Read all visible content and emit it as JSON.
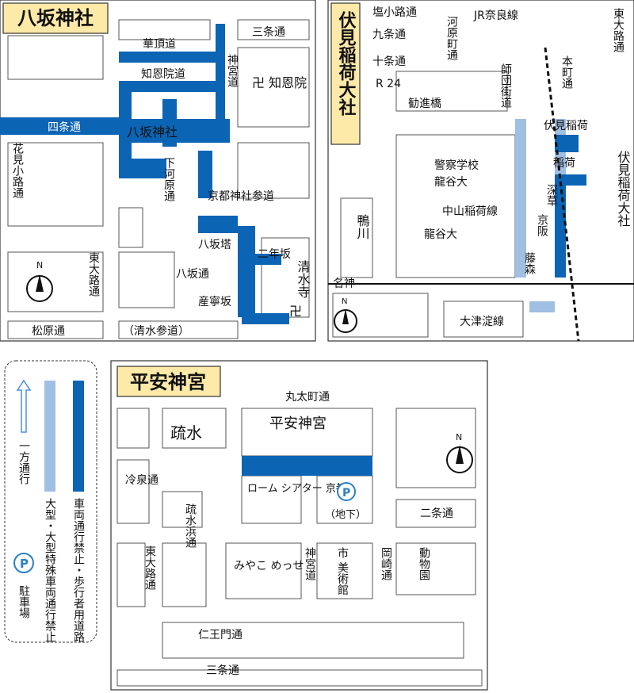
{
  "colors": {
    "pedestrian_only": "#0b64b4",
    "large_vehicle_ban": "#9fbfe3",
    "title_bg": "#fde9a8",
    "block_fill": "#ffffff",
    "road_fill": "#e8e8e8"
  },
  "maps": {
    "yasaka": {
      "title": "八坂神社",
      "labels": {
        "sanjo": "三条通",
        "kachodo": "華頂道",
        "jingu": "神宮道",
        "chionin_michi": "知恩院道",
        "chionin": "卍 知恩院",
        "shijo": "四条通",
        "shrine": "八坂神社",
        "hanamikoji": "花見小路通",
        "shimokawara": "下河原通",
        "kyoto_jinja": "京都神社参道",
        "yasaka_to": "八坂塔",
        "ninenzaka": "二年坂",
        "kiyomizu": "清水寺",
        "yasaka_dori": "八坂通",
        "sannenzaka": "産寧坂",
        "higashioji": "東大路通",
        "matsubara": "松原通",
        "kiyomizu_sando": "（清水参道）",
        "north": "N",
        "temple_mark": "卍"
      }
    },
    "fushimi": {
      "title": "伏見稲荷大社",
      "labels": {
        "shiokoji": "塩小路通",
        "kawaramachi": "河原町通",
        "jr_nara": "JR奈良線",
        "higashioji": "東大路通",
        "kujo": "九条通",
        "jujo": "十条通",
        "honmachi": "本町通",
        "shidan": "師団街道",
        "r24": "R 24",
        "kanshin": "勧進橋",
        "fushimi_inari_stn": "伏見稲荷",
        "inari_stn": "稲荷",
        "shrine": "伏見稲荷大社",
        "police_school": "警察学校",
        "ryukoku1": "龍谷大",
        "fukakusa": "深草",
        "nakayama": "中山稲荷線",
        "keihan": "京阪",
        "ryukoku2": "龍谷大",
        "kamo": "鴨川",
        "fujinomori": "藤森",
        "meishin": "名神",
        "otsuyodo": "大津淀線",
        "north": "N"
      }
    },
    "heian": {
      "title": "平安神宮",
      "labels": {
        "marutamachi": "丸太町通",
        "sosui": "疏水",
        "shrine": "平安神宮",
        "reizen": "冷泉通",
        "rohm": "ローム シアター 京都",
        "parking": "P",
        "parking_sub": "（地下）",
        "nijo": "二条通",
        "sosui_hama": "疏水浜通",
        "higashioji": "東大路通",
        "miyako": "みやこ めっせ",
        "jingu": "神宮道",
        "art": "市 美術館",
        "okazaki": "岡崎通",
        "zoo": "動物園",
        "niomon": "仁王門通",
        "sanjo": "三条通",
        "north": "N"
      }
    }
  },
  "legend": {
    "one_way": "一方通行",
    "large_vehicle": "大型・大型特殊車両通行禁止",
    "pedestrian": "車両通行禁止・歩行者用道路",
    "parking_icon": "P",
    "parking": "駐車場"
  }
}
